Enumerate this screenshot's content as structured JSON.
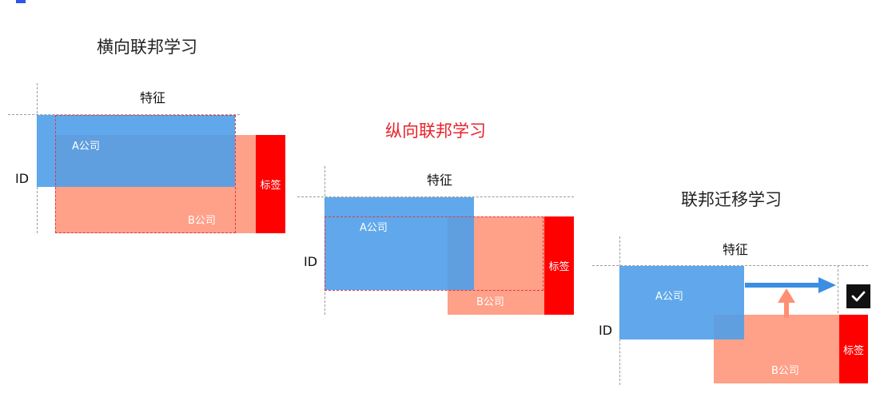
{
  "diagrams": {
    "horizontal": {
      "title": "横向联邦学习",
      "feature_label": "特征",
      "id_label": "ID",
      "company_a": "A公司",
      "company_b": "B公司",
      "tag_label": "标签"
    },
    "vertical": {
      "title": "纵向联邦学习",
      "feature_label": "特征",
      "id_label": "ID",
      "company_a": "A公司",
      "company_b": "B公司",
      "tag_label": "标签"
    },
    "transfer": {
      "title": "联邦迁移学习",
      "feature_label": "特征",
      "id_label": "ID",
      "company_a": "A公司",
      "company_b": "B公司",
      "tag_label": "标签"
    }
  },
  "colors": {
    "company_a": "#4f9ee9",
    "company_b": "#ff8f73",
    "tag": "#ff0000",
    "highlight_title": "#e8232a",
    "arrow_blue": "#3b8fe3",
    "arrow_salmon": "#ff8f73"
  },
  "icons": [
    "check-icon"
  ]
}
